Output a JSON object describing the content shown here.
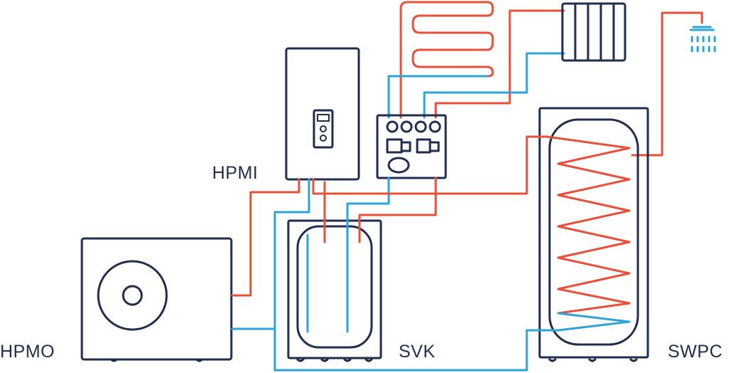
{
  "labels": {
    "hpmi": "HPMI",
    "hpmo": "HPMO",
    "svk": "SVK",
    "swpc": "SWPC"
  },
  "colors": {
    "outline": "#1f2d4f",
    "hot_pipe": "#e8503a",
    "cold_pipe": "#2ea3da",
    "background": "#ffffff"
  },
  "components": [
    {
      "id": "hpmo",
      "type": "outdoor heat pump unit"
    },
    {
      "id": "hpmi",
      "type": "indoor control unit"
    },
    {
      "id": "svk",
      "type": "buffer tank"
    },
    {
      "id": "swpc",
      "type": "domestic hot water tank with coil"
    },
    {
      "id": "pump-group",
      "type": "pump and valve group"
    },
    {
      "id": "underfloor-loop",
      "type": "underfloor heating loop"
    },
    {
      "id": "radiator",
      "type": "radiator"
    },
    {
      "id": "shower",
      "type": "shower head"
    }
  ]
}
